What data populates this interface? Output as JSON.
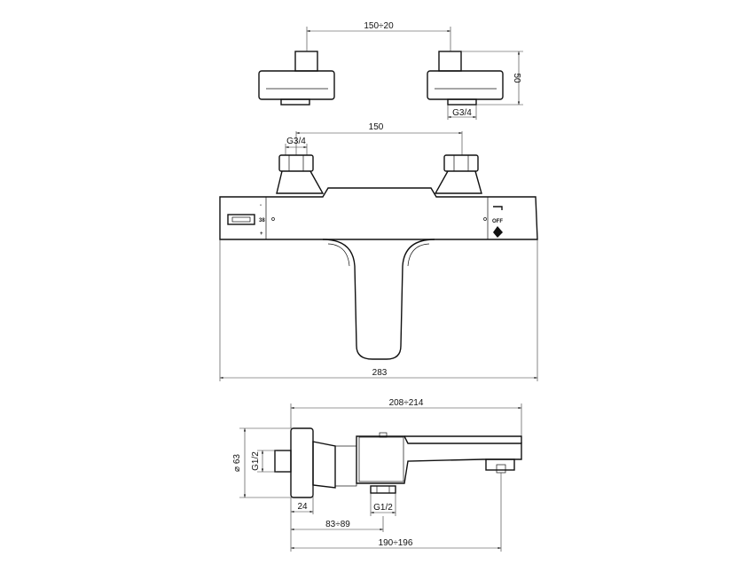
{
  "colors": {
    "line": "#111111",
    "background": "#ffffff"
  },
  "labels": {
    "top_spacing": "150÷20",
    "top_height": "50",
    "top_thread": "G3/4",
    "front_left_thread": "G3/4",
    "front_spacing": "150",
    "front_width": "283",
    "control_mark": "38",
    "off_label": "OFF",
    "side_depth": "208÷214",
    "side_diameter": "⌀ 63",
    "side_thread_left": "G1/2",
    "side_thread_bottom": "G1/2",
    "side_24": "24",
    "side_83": "83÷89",
    "side_190": "190÷196"
  }
}
